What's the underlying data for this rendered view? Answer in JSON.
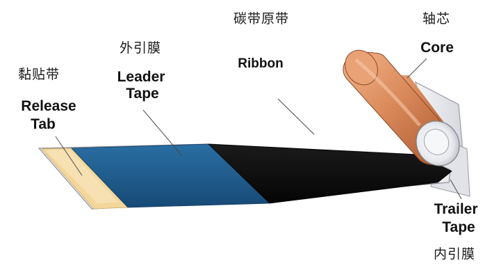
{
  "diagram": {
    "release_tab": {
      "cn": "黏贴带",
      "en_line1": "Release",
      "en_line2": "Tab"
    },
    "leader_tape": {
      "cn": "外引膜",
      "en_line1": "Leader",
      "en_line2": "Tape"
    },
    "ribbon": {
      "cn": "碳带原带",
      "en": "Ribbon"
    },
    "core": {
      "cn": "轴芯",
      "en": "Core"
    },
    "trailer_tape": {
      "cn": "内引膜",
      "en_line1": "Trailer",
      "en_line2": "Tape"
    },
    "colors": {
      "release_tab": "#f3d79a",
      "leader_tape": "#1d5a8c",
      "ribbon": "#0f0f0f",
      "core": "#d9895a",
      "trailer_tape": "#e6e7ec"
    }
  }
}
